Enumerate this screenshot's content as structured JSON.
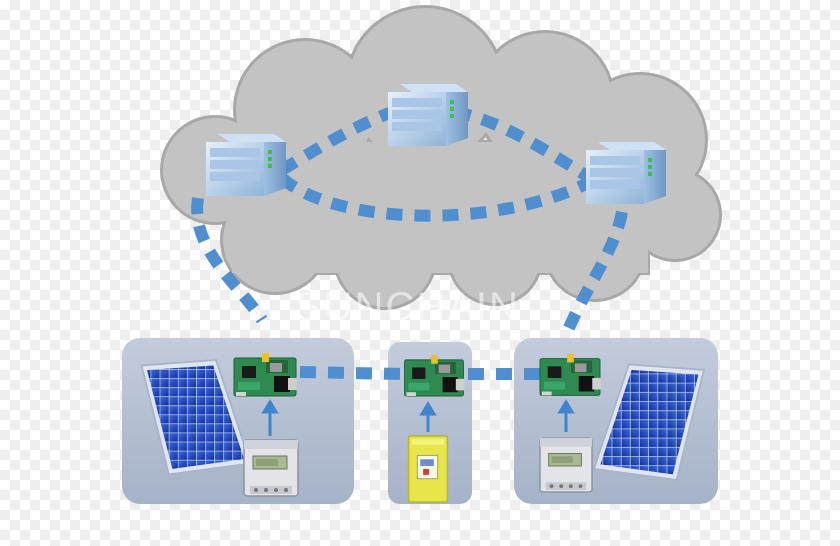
{
  "diagram": {
    "title": "SUNCHAIN",
    "colors": {
      "cloud": "#c2c2c2",
      "cloud_outline": "#a9a9a9",
      "site_panel": "#b4bfd2",
      "link": "#4f8fd0",
      "server": "#b8d2ec",
      "board": "#2e8b57",
      "solar_cell": "#1c3fb5",
      "meter_yellow": "#e8e84a"
    },
    "nodes": [
      {
        "name": "server-left",
        "kind": "server",
        "icon": "server-icon"
      },
      {
        "name": "server-top",
        "kind": "server",
        "icon": "server-icon"
      },
      {
        "name": "server-right",
        "kind": "server",
        "icon": "server-icon"
      },
      {
        "name": "site-left",
        "kind": "site",
        "devices": [
          "solar-panel-icon",
          "controller-board-icon",
          "energy-meter-icon"
        ]
      },
      {
        "name": "site-middle",
        "kind": "site",
        "devices": [
          "controller-board-icon",
          "yellow-meter-icon"
        ]
      },
      {
        "name": "site-right",
        "kind": "site",
        "devices": [
          "controller-board-icon",
          "energy-meter-icon",
          "solar-panel-icon"
        ]
      }
    ]
  }
}
